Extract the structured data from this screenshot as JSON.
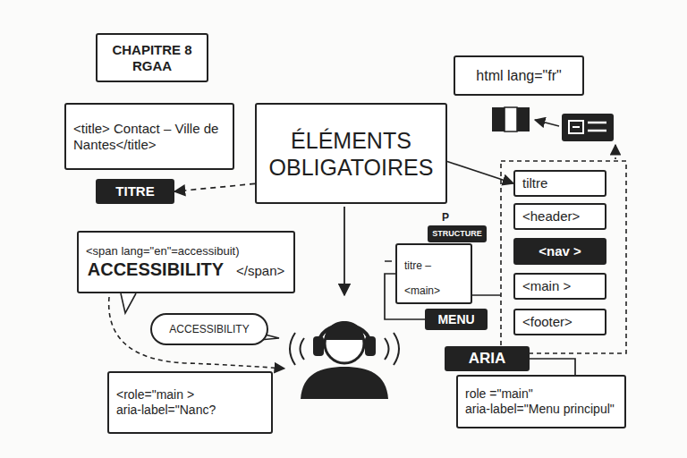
{
  "diagram": {
    "nodes": [
      {
        "text": [
          "CHAPITRE 8 RGAA"
        ]
      },
      {
        "text": [
          "<title> Contact – Ville de Nantes</title>"
        ]
      },
      {
        "text": [
          "TITRE"
        ]
      },
      {
        "text": [
          "ÉLÉMENTS OBLIGATOIRES"
        ]
      },
      {
        "text": [
          "html lang=\"fr\""
        ]
      },
      {
        "text": [
          "tiltre"
        ]
      },
      {
        "text": [
          "<header>"
        ]
      },
      {
        "text": [
          "<nav >"
        ]
      },
      {
        "text": [
          "<main >"
        ]
      },
      {
        "text": [
          "<footer>"
        ]
      },
      {
        "text": [
          "<span lang=\"en\"=accessibuit)",
          "ACCESSIBILITY",
          "</span>"
        ]
      },
      {
        "text": [
          "titre –",
          "<main>"
        ]
      },
      {
        "text": [
          "STRUCTURE"
        ]
      },
      {
        "text": [
          "MENU"
        ]
      },
      {
        "text": [
          "ACCESSIBILITY"
        ]
      },
      {
        "text": [
          "<role=\"main >",
          "aria-label=\"Nanc?"
        ]
      },
      {
        "text": [
          "ARIA"
        ]
      },
      {
        "text": [
          "role =\"main\"",
          "aria-label=\"Menu principul\""
        ]
      }
    ],
    "edges": [
      {
        "from": 3,
        "to": 2,
        "arrow": "to"
      },
      {
        "from": 3,
        "to": 5,
        "arrow": "to"
      },
      {
        "from": 11,
        "to": 13,
        "arrow": "none"
      },
      {
        "from": 16,
        "to": 17,
        "arrow": "none"
      }
    ],
    "labels": [
      "P"
    ]
  }
}
